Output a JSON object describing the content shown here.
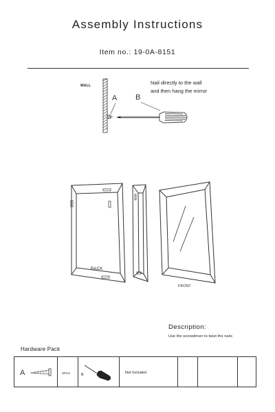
{
  "header": {
    "title": "Assembly Instructions",
    "item_no": "Item no.: 19-0A-8151"
  },
  "step": {
    "wall_label": "WALL",
    "note_line1": "Nail directly to the wall",
    "note_line2": "and then hang the mirror",
    "part_a": "A",
    "part_b": "B"
  },
  "views": {
    "back_label": "BACK",
    "front_label": "FRONT"
  },
  "description": {
    "title": "Description:",
    "text": "Use the screwdriver to twist the nails"
  },
  "hardware": {
    "title": "Hardware Pack",
    "items": [
      {
        "letter": "A",
        "qty": "4PCS",
        "icon": "nail-icon"
      },
      {
        "letter": "B",
        "note": "Not Included",
        "icon": "screwdriver-icon"
      }
    ]
  }
}
